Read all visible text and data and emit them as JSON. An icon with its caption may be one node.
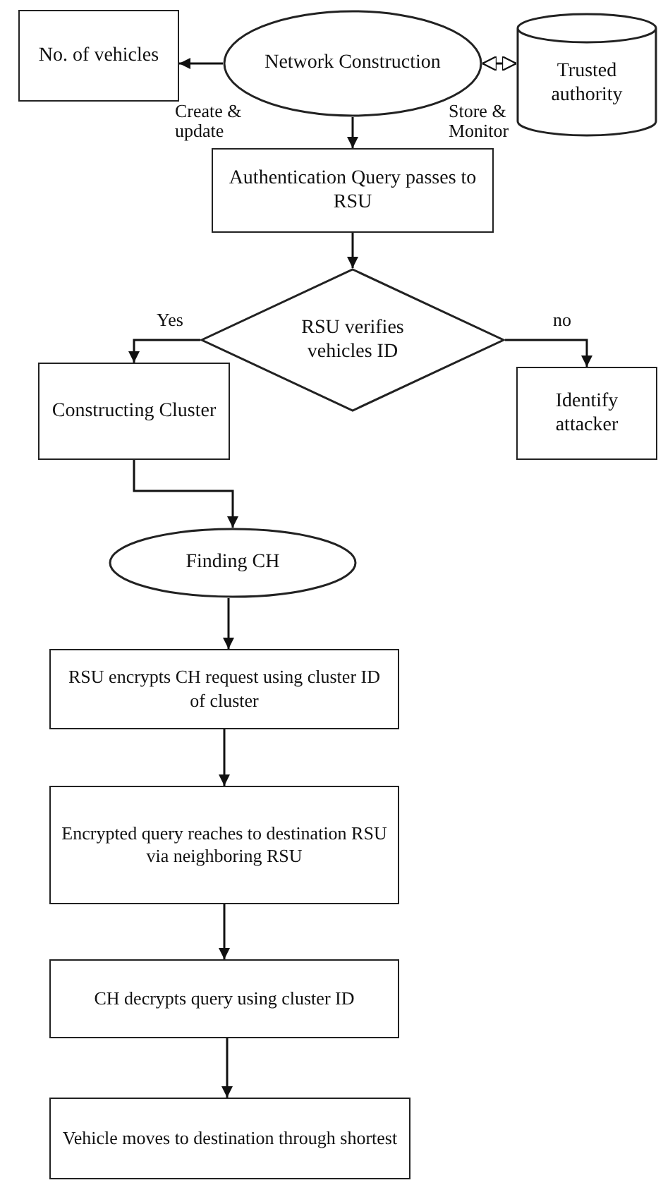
{
  "diagram": {
    "nodes": [
      {
        "text": [
          "No. of vehicles"
        ]
      },
      {
        "text": [
          "Network Construction"
        ]
      },
      {
        "text": [
          "Trusted authority"
        ]
      },
      {
        "text": [
          "Authentication Query passes to RSU"
        ]
      },
      {
        "text": [
          "RSU verifies vehicles ID"
        ]
      },
      {
        "text": [
          "Constructing Cluster"
        ]
      },
      {
        "text": [
          "Identify attacker"
        ]
      },
      {
        "text": [
          "Finding CH"
        ]
      },
      {
        "text": [
          "RSU encrypts CH request using cluster ID of cluster"
        ]
      },
      {
        "text": [
          "Encrypted query reaches to destination RSU via neighboring RSU"
        ]
      },
      {
        "text": [
          "CH decrypts query using cluster ID"
        ]
      },
      {
        "text": [
          "Vehicle moves to destination through shortest"
        ]
      }
    ],
    "edges": [
      {
        "from": 1,
        "to": 0,
        "arrow": "to"
      },
      {
        "from": 1,
        "to": 2,
        "arrow": "both"
      },
      {
        "from": 1,
        "to": 3,
        "arrow": "to"
      },
      {
        "from": 3,
        "to": 4,
        "arrow": "to"
      },
      {
        "from": 4,
        "to": 5,
        "arrow": "to",
        "label": "Yes"
      },
      {
        "from": 4,
        "to": 6,
        "arrow": "to",
        "label": "no"
      },
      {
        "from": 5,
        "to": 7,
        "arrow": "to"
      },
      {
        "from": 7,
        "to": 8,
        "arrow": "to"
      },
      {
        "from": 8,
        "to": 9,
        "arrow": "to"
      },
      {
        "from": 9,
        "to": 10,
        "arrow": "to"
      },
      {
        "from": 10,
        "to": 11,
        "arrow": "to"
      }
    ],
    "labels": [
      "Create & update",
      "Store & Monitor"
    ]
  }
}
